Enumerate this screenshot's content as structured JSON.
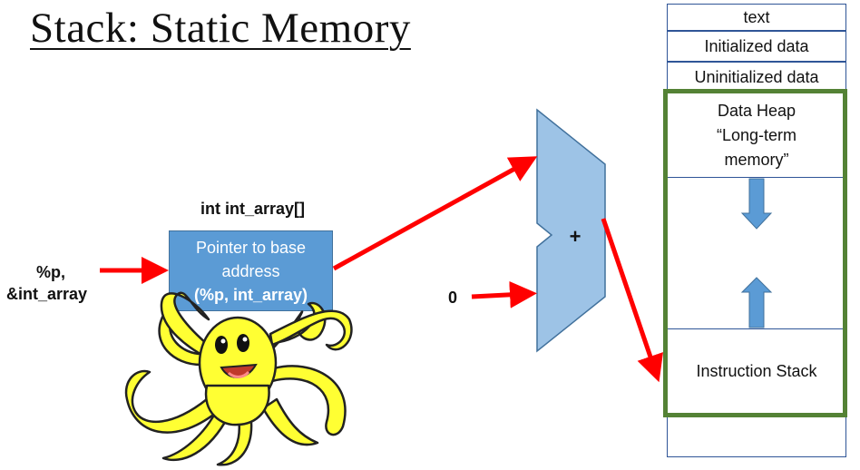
{
  "title": "Stack: Static Memory",
  "array_label": "int int_array[]",
  "pointer_label": [
    "%p,",
    "&int_array"
  ],
  "pointer_box": {
    "line1": "Pointer to base",
    "line2": "address",
    "line3": "(%p, int_array)"
  },
  "zero_label": "0",
  "adder_label": "+",
  "memory_map": {
    "text": "text",
    "initialized": "Initialized data",
    "uninitialized": "Uninitialized data",
    "heap": [
      "Data Heap",
      "“Long-term",
      "memory”"
    ],
    "stack": "Instruction Stack"
  },
  "colors": {
    "arrow": "#ff0000",
    "box_fill": "#5b9bd5",
    "adder_fill": "#9dc3e6",
    "frame": "#548235",
    "heap_arrow": "#5b9bd5",
    "octopus": "#ffff33"
  },
  "icons": [
    "octopus-mascot",
    "adder-symbol",
    "arrow-up-icon",
    "arrow-down-icon"
  ]
}
